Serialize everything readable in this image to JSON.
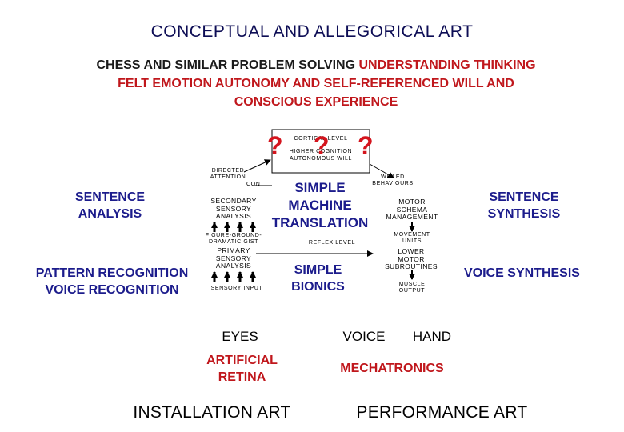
{
  "title": "CONCEPTUAL AND ALLEGORICAL ART",
  "subtitle": {
    "line1_dark": "CHESS AND SIMILAR PROBLEM SOLVING ",
    "line1_red": "UNDERSTANDING  THINKING",
    "line2": "FELT EMOTION  AUTONOMY AND SELF-REFERENCED WILL AND",
    "line3": "CONSCIOUS EXPERIENCE"
  },
  "diagram": {
    "cortical_level": "CORTICAL LEVEL",
    "higher_cognition": "HIGHER COGNITION",
    "autonomous_will": "AUTONOMOUS WILL",
    "question_mark": "?",
    "directed_attention_1": "DIRECTED",
    "directed_attention_2": "ATTENTION",
    "con_fragment": "CON",
    "willed_behaviours_1": "WILLED",
    "willed_behaviours_2": "BEHAVIOURS",
    "secondary_sensory_1": "SECONDARY",
    "secondary_sensory_2": "SENSORY",
    "secondary_sensory_3": "ANALYSIS",
    "motor_schema_1": "MOTOR",
    "motor_schema_2": "SCHEMA",
    "motor_schema_3": "MANAGEMENT",
    "figure_ground_1": "FIGURE-GROUND-",
    "figure_ground_2": "DRAMATIC GIST",
    "reflex_level": "REFLEX LEVEL",
    "movement_units_1": "MOVEMENT",
    "movement_units_2": "UNITS",
    "primary_sensory_1": "PRIMARY",
    "primary_sensory_2": "SENSORY",
    "primary_sensory_3": "ANALYSIS",
    "lower_motor_1": "LOWER",
    "lower_motor_2": "MOTOR",
    "lower_motor_3": "SUBROUTINES",
    "sensory_input": "SENSORY INPUT",
    "muscle_output_1": "MUSCLE",
    "muscle_output_2": "OUTPUT"
  },
  "labels": {
    "sentence_analysis_1": "SENTENCE",
    "sentence_analysis_2": "ANALYSIS",
    "smt_1": "SIMPLE",
    "smt_2": "MACHINE",
    "smt_3": "TRANSLATION",
    "sentence_synthesis_1": "SENTENCE",
    "sentence_synthesis_2": "SYNTHESIS",
    "pattern_recognition": "PATTERN RECOGNITION",
    "voice_recognition": "VOICE RECOGNITION",
    "simple_bionics_1": "SIMPLE",
    "simple_bionics_2": "BIONICS",
    "voice_synthesis": "VOICE SYNTHESIS",
    "eyes": "EYES",
    "voice": "VOICE",
    "hand": "HAND",
    "artificial_retina_1": "ARTIFICIAL",
    "artificial_retina_2": "RETINA",
    "mechatronics": "MECHATRONICS",
    "installation_art": "INSTALLATION ART",
    "performance_art": "PERFORMANCE ART"
  },
  "colors": {
    "title": "#0d0d55",
    "blue_label": "#1c1c8c",
    "red_label": "#c0171c",
    "question_mark": "#d4141d"
  }
}
